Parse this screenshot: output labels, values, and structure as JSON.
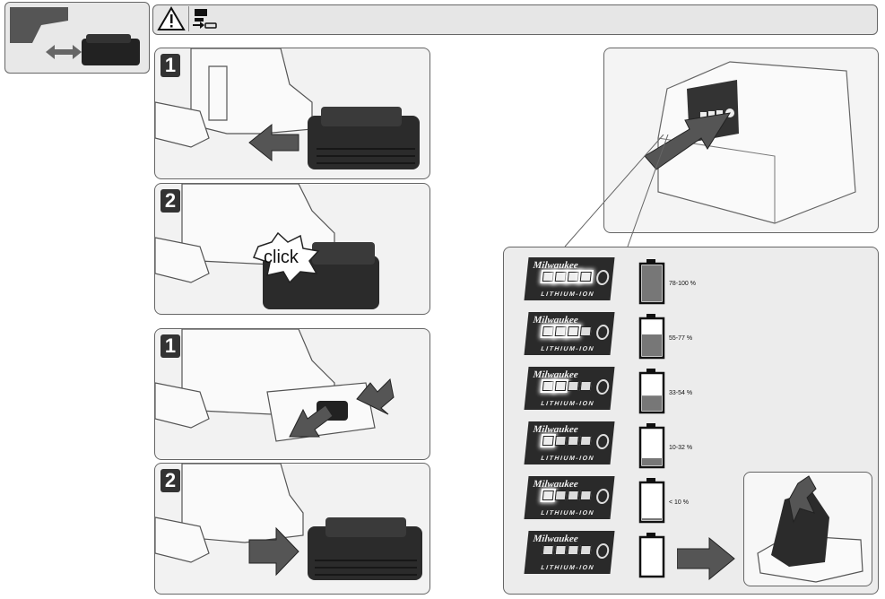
{
  "header": {
    "warning_icon": "warning-triangle-icon",
    "secondary_icon": "battery-tool-icon"
  },
  "insert": {
    "step1": "1",
    "step2": "2",
    "click_text": "click"
  },
  "remove": {
    "step1": "1",
    "step2": "2"
  },
  "charge_levels": [
    {
      "text": "78-100 %",
      "lit": 4,
      "fill": 1.0
    },
    {
      "text": "55-77 %",
      "lit": 3,
      "fill": 0.6
    },
    {
      "text": "33-54 %",
      "lit": 2,
      "fill": 0.42
    },
    {
      "text": "10-32 %",
      "lit": 1,
      "fill": 0.2
    },
    {
      "text": "< 10 %",
      "lit": 1,
      "fill": 0.05
    },
    {
      "text": "",
      "lit": 0,
      "fill": 0
    }
  ],
  "logo": {
    "brand": "Milwaukee",
    "chemistry": "LITHIUM-ION"
  },
  "colors": {
    "panel_border": "#666666",
    "battery_fill": "#777777",
    "arrow": "#555555"
  }
}
